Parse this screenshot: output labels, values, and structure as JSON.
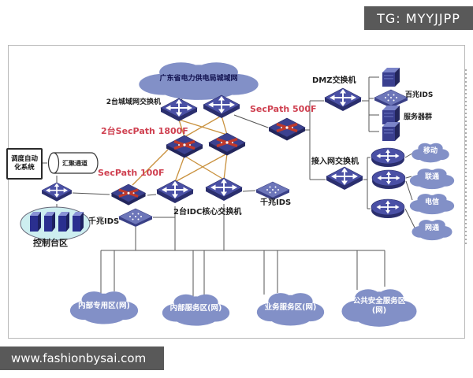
{
  "watermarks": {
    "tg": "TG: MYYJJPP",
    "site": "www.fashionbysai.com"
  },
  "colors": {
    "cloud": "#8290c7",
    "device_blue": "#4a50a5",
    "device_dark": "#2b2f6e",
    "firewall_red": "#c0392b",
    "red_label": "#cf4050",
    "orange_line": "#c9913d",
    "watermark_bg": "#595959",
    "console_fill": "#cdeef0"
  },
  "labels": {
    "top_cloud": "广东省电力供电局城域网",
    "metro_switches": "2台城域网交换机",
    "secpath1800": "2台SecPath 1800F",
    "secpath500": "SecPath 500F",
    "secpath100": "SecPath 100F",
    "dmz_switch": "DMZ交换机",
    "access_switch": "接入网交换机",
    "idc_core": "2台IDC核心交换机",
    "gigabit_ids_mid": "千兆IDS",
    "gigabit_ids_left": "千兆IDS",
    "ids_100m": "百兆IDS",
    "server_farm": "服务器群",
    "console_area": "控制台区",
    "dispatch_system": "调度自动化系统",
    "pipe": "汇聚通道"
  },
  "isp_clouds": [
    "移动",
    "联通",
    "电信",
    "网通"
  ],
  "bottom_clouds": [
    "内部专用区(网)",
    "内部服务区(网)",
    "业务服务区(网)",
    "公共安全服务区(网)"
  ]
}
